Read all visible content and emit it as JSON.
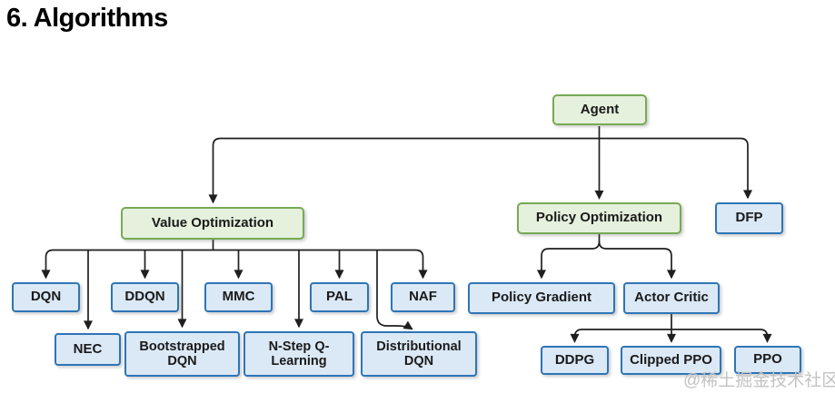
{
  "title": "6. Algorithms",
  "watermark": "@稀土掘金技术社区",
  "colors": {
    "category_fill": "#e5f0dd",
    "category_border": "#76aa55",
    "algorithm_fill": "#dbe8f6",
    "algorithm_border": "#2e75b6",
    "connector_line": "#1f1f1f",
    "background": "#ffffff"
  },
  "nodes": {
    "agent": {
      "label": "Agent",
      "type": "category"
    },
    "value_optimization": {
      "label": "Value Optimization",
      "type": "category"
    },
    "policy_optimization": {
      "label": "Policy Optimization",
      "type": "category"
    },
    "dfp": {
      "label": "DFP",
      "type": "algorithm"
    },
    "dqn": {
      "label": "DQN",
      "type": "algorithm"
    },
    "ddqn": {
      "label": "DDQN",
      "type": "algorithm"
    },
    "mmc": {
      "label": "MMC",
      "type": "algorithm"
    },
    "pal": {
      "label": "PAL",
      "type": "algorithm"
    },
    "naf": {
      "label": "NAF",
      "type": "algorithm"
    },
    "nec": {
      "label": "NEC",
      "type": "algorithm"
    },
    "bootstrapped_dqn": {
      "label": "Bootstrapped DQN",
      "type": "algorithm"
    },
    "n_step_q_learning": {
      "label": "N-Step Q-Learning",
      "type": "algorithm"
    },
    "distributional_dqn": {
      "label": "Distributional DQN",
      "type": "algorithm"
    },
    "policy_gradient": {
      "label": "Policy Gradient",
      "type": "algorithm"
    },
    "actor_critic": {
      "label": "Actor Critic",
      "type": "algorithm"
    },
    "ddpg": {
      "label": "DDPG",
      "type": "algorithm"
    },
    "clipped_ppo": {
      "label": "Clipped PPO",
      "type": "algorithm"
    },
    "ppo": {
      "label": "PPO",
      "type": "algorithm"
    }
  },
  "edges": [
    [
      "agent",
      "value_optimization"
    ],
    [
      "agent",
      "policy_optimization"
    ],
    [
      "agent",
      "dfp"
    ],
    [
      "value_optimization",
      "dqn"
    ],
    [
      "value_optimization",
      "nec"
    ],
    [
      "value_optimization",
      "ddqn"
    ],
    [
      "value_optimization",
      "bootstrapped_dqn"
    ],
    [
      "value_optimization",
      "mmc"
    ],
    [
      "value_optimization",
      "n_step_q_learning"
    ],
    [
      "value_optimization",
      "pal"
    ],
    [
      "value_optimization",
      "distributional_dqn"
    ],
    [
      "value_optimization",
      "naf"
    ],
    [
      "policy_optimization",
      "policy_gradient"
    ],
    [
      "policy_optimization",
      "actor_critic"
    ],
    [
      "actor_critic",
      "ddpg"
    ],
    [
      "actor_critic",
      "clipped_ppo"
    ],
    [
      "actor_critic",
      "ppo"
    ]
  ]
}
